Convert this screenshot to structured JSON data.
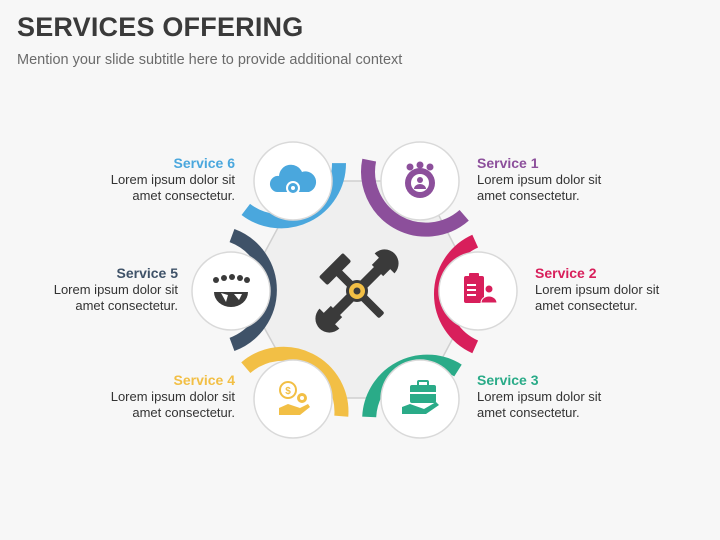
{
  "slide": {
    "title": "SERVICES OFFERING",
    "subtitle": "Mention your slide subtitle here to provide additional context"
  },
  "center_icon": "tools-icon",
  "services": [
    {
      "title": "Service 1",
      "line1": "Lorem ipsum dolor sit",
      "line2": "amet consectetur.",
      "color": "#8c4f9b",
      "icon": "team-gear-icon"
    },
    {
      "title": "Service 2",
      "line1": "Lorem ipsum dolor sit",
      "line2": "amet consectetur.",
      "color": "#d81f5b",
      "icon": "clipboard-user-icon"
    },
    {
      "title": "Service 3",
      "line1": "Lorem ipsum dolor sit",
      "line2": "amet consectetur.",
      "color": "#2aab88",
      "icon": "briefcase-hand-icon"
    },
    {
      "title": "Service 4",
      "line1": "Lorem ipsum dolor sit",
      "line2": "amet consectetur.",
      "color": "#f2bf45",
      "icon": "globe-hand-icon"
    },
    {
      "title": "Service 5",
      "line1": "Lorem ipsum dolor sit",
      "line2": "amet consectetur.",
      "color": "#3f5268",
      "icon": "people-globe-icon"
    },
    {
      "title": "Service 6",
      "line1": "Lorem ipsum dolor sit",
      "line2": "amet consectetur.",
      "color": "#4aa7dd",
      "icon": "cloud-gear-icon"
    }
  ]
}
